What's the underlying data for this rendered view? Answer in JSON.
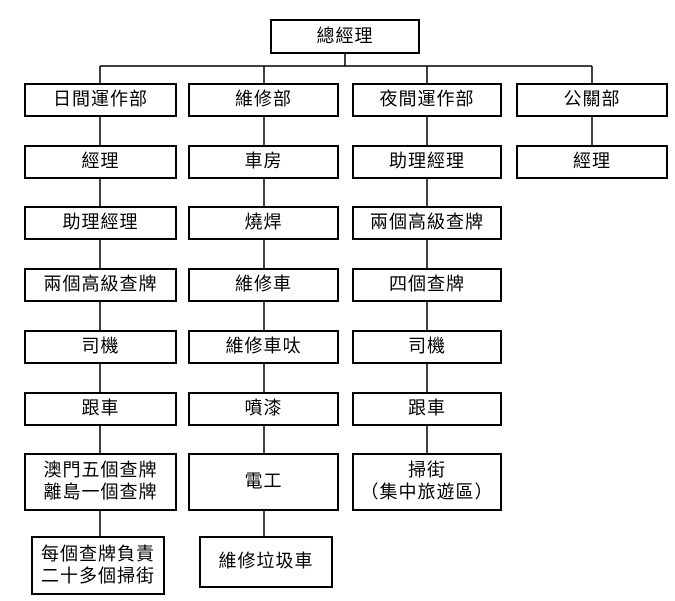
{
  "root": "總經理",
  "columns": [
    {
      "department": "日間運作部",
      "items": [
        "經理",
        "助理經理",
        "兩個高級查牌",
        "司機",
        "跟車",
        "澳門五個查牌\n離島一個查牌",
        "每個查牌負責\n二十多個掃街"
      ]
    },
    {
      "department": "維修部",
      "items": [
        "車房",
        "燒焊",
        "維修車",
        "維修車呔",
        "噴漆",
        "電工",
        "維修垃圾車"
      ]
    },
    {
      "department": "夜間運作部",
      "items": [
        "助理經理",
        "兩個高級查牌",
        "四個查牌",
        "司機",
        "跟車",
        "掃街\n（集中旅遊區）"
      ]
    },
    {
      "department": "公關部",
      "items": [
        "經理"
      ]
    }
  ]
}
